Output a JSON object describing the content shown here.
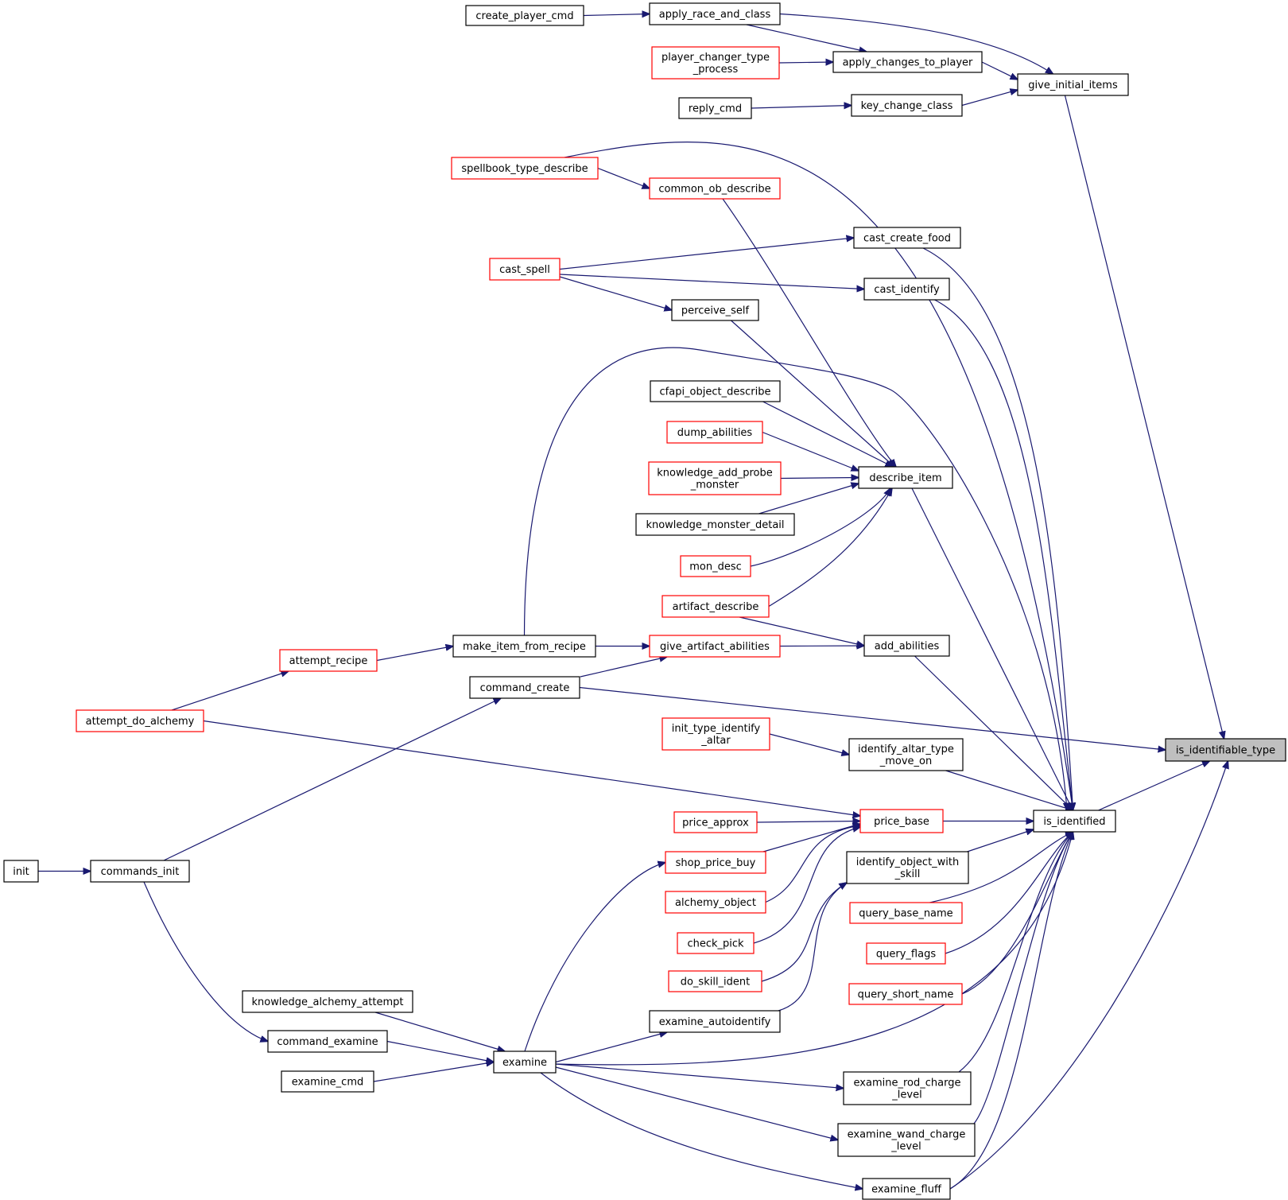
{
  "colors": {
    "edge": "#191970",
    "node_border": "#000000",
    "node_border_truncated": "#ff0000",
    "node_fill": "#ffffff",
    "root_fill": "#bfbfbf"
  },
  "graph": {
    "root": "is_identifiable_type",
    "nodes": [
      {
        "id": "is_identifiable_type",
        "lines": [
          "is_identifiable_type"
        ],
        "style": "root"
      },
      {
        "id": "give_initial_items",
        "lines": [
          "give_initial_items"
        ],
        "style": "normal"
      },
      {
        "id": "apply_race_and_class",
        "lines": [
          "apply_race_and_class"
        ],
        "style": "normal"
      },
      {
        "id": "create_player_cmd",
        "lines": [
          "create_player_cmd"
        ],
        "style": "normal"
      },
      {
        "id": "apply_changes_to_player",
        "lines": [
          "apply_changes_to_player"
        ],
        "style": "normal"
      },
      {
        "id": "player_changer_type_process",
        "lines": [
          "player_changer_type",
          "_process"
        ],
        "style": "red"
      },
      {
        "id": "key_change_class",
        "lines": [
          "key_change_class"
        ],
        "style": "normal"
      },
      {
        "id": "reply_cmd",
        "lines": [
          "reply_cmd"
        ],
        "style": "normal"
      },
      {
        "id": "spellbook_type_describe",
        "lines": [
          "spellbook_type_describe"
        ],
        "style": "red"
      },
      {
        "id": "common_ob_describe",
        "lines": [
          "common_ob_describe"
        ],
        "style": "red"
      },
      {
        "id": "cast_create_food",
        "lines": [
          "cast_create_food"
        ],
        "style": "normal"
      },
      {
        "id": "cast_spell",
        "lines": [
          "cast_spell"
        ],
        "style": "red"
      },
      {
        "id": "cast_identify",
        "lines": [
          "cast_identify"
        ],
        "style": "normal"
      },
      {
        "id": "perceive_self",
        "lines": [
          "perceive_self"
        ],
        "style": "normal"
      },
      {
        "id": "cfapi_object_describe",
        "lines": [
          "cfapi_object_describe"
        ],
        "style": "normal"
      },
      {
        "id": "dump_abilities",
        "lines": [
          "dump_abilities"
        ],
        "style": "red"
      },
      {
        "id": "knowledge_add_probe_monster",
        "lines": [
          "knowledge_add_probe",
          "_monster"
        ],
        "style": "red"
      },
      {
        "id": "describe_item",
        "lines": [
          "describe_item"
        ],
        "style": "normal"
      },
      {
        "id": "knowledge_monster_detail",
        "lines": [
          "knowledge_monster_detail"
        ],
        "style": "normal"
      },
      {
        "id": "mon_desc",
        "lines": [
          "mon_desc"
        ],
        "style": "red"
      },
      {
        "id": "artifact_describe",
        "lines": [
          "artifact_describe"
        ],
        "style": "red"
      },
      {
        "id": "make_item_from_recipe",
        "lines": [
          "make_item_from_recipe"
        ],
        "style": "normal"
      },
      {
        "id": "give_artifact_abilities",
        "lines": [
          "give_artifact_abilities"
        ],
        "style": "red"
      },
      {
        "id": "add_abilities",
        "lines": [
          "add_abilities"
        ],
        "style": "normal"
      },
      {
        "id": "attempt_recipe",
        "lines": [
          "attempt_recipe"
        ],
        "style": "red"
      },
      {
        "id": "command_create",
        "lines": [
          "command_create"
        ],
        "style": "normal"
      },
      {
        "id": "attempt_do_alchemy",
        "lines": [
          "attempt_do_alchemy"
        ],
        "style": "red"
      },
      {
        "id": "init_type_identify_altar",
        "lines": [
          "init_type_identify",
          "_altar"
        ],
        "style": "red"
      },
      {
        "id": "identify_altar_type_move_on",
        "lines": [
          "identify_altar_type",
          "_move_on"
        ],
        "style": "normal"
      },
      {
        "id": "price_approx",
        "lines": [
          "price_approx"
        ],
        "style": "red"
      },
      {
        "id": "price_base",
        "lines": [
          "price_base"
        ],
        "style": "red"
      },
      {
        "id": "is_identified",
        "lines": [
          "is_identified"
        ],
        "style": "normal"
      },
      {
        "id": "init",
        "lines": [
          "init"
        ],
        "style": "normal"
      },
      {
        "id": "commands_init",
        "lines": [
          "commands_init"
        ],
        "style": "normal"
      },
      {
        "id": "shop_price_buy",
        "lines": [
          "shop_price_buy"
        ],
        "style": "red"
      },
      {
        "id": "identify_object_with_skill",
        "lines": [
          "identify_object_with",
          "_skill"
        ],
        "style": "normal"
      },
      {
        "id": "alchemy_object",
        "lines": [
          "alchemy_object"
        ],
        "style": "red"
      },
      {
        "id": "query_base_name",
        "lines": [
          "query_base_name"
        ],
        "style": "red"
      },
      {
        "id": "check_pick",
        "lines": [
          "check_pick"
        ],
        "style": "red"
      },
      {
        "id": "query_flags",
        "lines": [
          "query_flags"
        ],
        "style": "red"
      },
      {
        "id": "do_skill_ident",
        "lines": [
          "do_skill_ident"
        ],
        "style": "red"
      },
      {
        "id": "query_short_name",
        "lines": [
          "query_short_name"
        ],
        "style": "red"
      },
      {
        "id": "knowledge_alchemy_attempt",
        "lines": [
          "knowledge_alchemy_attempt"
        ],
        "style": "normal"
      },
      {
        "id": "examine_autoidentify",
        "lines": [
          "examine_autoidentify"
        ],
        "style": "normal"
      },
      {
        "id": "command_examine",
        "lines": [
          "command_examine"
        ],
        "style": "normal"
      },
      {
        "id": "examine",
        "lines": [
          "examine"
        ],
        "style": "normal"
      },
      {
        "id": "examine_cmd",
        "lines": [
          "examine_cmd"
        ],
        "style": "normal"
      },
      {
        "id": "examine_rod_charge_level",
        "lines": [
          "examine_rod_charge",
          "_level"
        ],
        "style": "normal"
      },
      {
        "id": "examine_wand_charge_level",
        "lines": [
          "examine_wand_charge",
          "_level"
        ],
        "style": "normal"
      },
      {
        "id": "examine_fluff",
        "lines": [
          "examine_fluff"
        ],
        "style": "normal"
      }
    ],
    "edges": [
      {
        "from": "give_initial_items",
        "to": "is_identifiable_type"
      },
      {
        "from": "apply_race_and_class",
        "to": "give_initial_items"
      },
      {
        "from": "apply_changes_to_player",
        "to": "give_initial_items"
      },
      {
        "from": "key_change_class",
        "to": "give_initial_items"
      },
      {
        "from": "create_player_cmd",
        "to": "apply_race_and_class"
      },
      {
        "from": "apply_race_and_class",
        "to": "apply_changes_to_player"
      },
      {
        "from": "player_changer_type_process",
        "to": "apply_changes_to_player"
      },
      {
        "from": "reply_cmd",
        "to": "key_change_class"
      },
      {
        "from": "spellbook_type_describe",
        "to": "is_identified"
      },
      {
        "from": "spellbook_type_describe",
        "to": "common_ob_describe"
      },
      {
        "from": "common_ob_describe",
        "to": "describe_item"
      },
      {
        "from": "cast_spell",
        "to": "cast_create_food"
      },
      {
        "from": "cast_spell",
        "to": "cast_identify"
      },
      {
        "from": "cast_spell",
        "to": "perceive_self"
      },
      {
        "from": "cast_create_food",
        "to": "is_identified"
      },
      {
        "from": "cast_identify",
        "to": "is_identified"
      },
      {
        "from": "perceive_self",
        "to": "describe_item"
      },
      {
        "from": "make_item_from_recipe",
        "to": "is_identified"
      },
      {
        "from": "cfapi_object_describe",
        "to": "describe_item"
      },
      {
        "from": "dump_abilities",
        "to": "describe_item"
      },
      {
        "from": "knowledge_add_probe_monster",
        "to": "describe_item"
      },
      {
        "from": "knowledge_monster_detail",
        "to": "describe_item"
      },
      {
        "from": "mon_desc",
        "to": "describe_item"
      },
      {
        "from": "artifact_describe",
        "to": "describe_item"
      },
      {
        "from": "artifact_describe",
        "to": "add_abilities"
      },
      {
        "from": "describe_item",
        "to": "is_identified"
      },
      {
        "from": "make_item_from_recipe",
        "to": "give_artifact_abilities"
      },
      {
        "from": "give_artifact_abilities",
        "to": "add_abilities"
      },
      {
        "from": "command_create",
        "to": "give_artifact_abilities"
      },
      {
        "from": "add_abilities",
        "to": "is_identified"
      },
      {
        "from": "attempt_recipe",
        "to": "make_item_from_recipe"
      },
      {
        "from": "attempt_do_alchemy",
        "to": "attempt_recipe"
      },
      {
        "from": "command_create",
        "to": "is_identifiable_type"
      },
      {
        "from": "attempt_do_alchemy",
        "to": "price_base"
      },
      {
        "from": "init_type_identify_altar",
        "to": "identify_altar_type_move_on"
      },
      {
        "from": "identify_altar_type_move_on",
        "to": "is_identified"
      },
      {
        "from": "price_approx",
        "to": "price_base"
      },
      {
        "from": "shop_price_buy",
        "to": "price_base"
      },
      {
        "from": "alchemy_object",
        "to": "price_base"
      },
      {
        "from": "check_pick",
        "to": "price_base"
      },
      {
        "from": "price_base",
        "to": "is_identified"
      },
      {
        "from": "is_identified",
        "to": "is_identifiable_type"
      },
      {
        "from": "commands_init",
        "to": "command_create"
      },
      {
        "from": "init",
        "to": "commands_init"
      },
      {
        "from": "commands_init",
        "to": "command_examine"
      },
      {
        "from": "examine",
        "to": "shop_price_buy"
      },
      {
        "from": "do_skill_ident",
        "to": "identify_object_with_skill"
      },
      {
        "from": "examine_autoidentify",
        "to": "identify_object_with_skill"
      },
      {
        "from": "identify_object_with_skill",
        "to": "is_identified"
      },
      {
        "from": "query_base_name",
        "to": "is_identified"
      },
      {
        "from": "query_flags",
        "to": "is_identified"
      },
      {
        "from": "query_short_name",
        "to": "is_identified"
      },
      {
        "from": "examine",
        "to": "examine_autoidentify"
      },
      {
        "from": "examine",
        "to": "is_identified"
      },
      {
        "from": "knowledge_alchemy_attempt",
        "to": "examine"
      },
      {
        "from": "command_examine",
        "to": "examine"
      },
      {
        "from": "examine_cmd",
        "to": "examine"
      },
      {
        "from": "examine",
        "to": "examine_rod_charge_level"
      },
      {
        "from": "examine",
        "to": "examine_wand_charge_level"
      },
      {
        "from": "examine",
        "to": "examine_fluff"
      },
      {
        "from": "examine_rod_charge_level",
        "to": "is_identified"
      },
      {
        "from": "examine_wand_charge_level",
        "to": "is_identified"
      },
      {
        "from": "examine_fluff",
        "to": "is_identified"
      },
      {
        "from": "examine_fluff",
        "to": "is_identifiable_type"
      }
    ]
  }
}
